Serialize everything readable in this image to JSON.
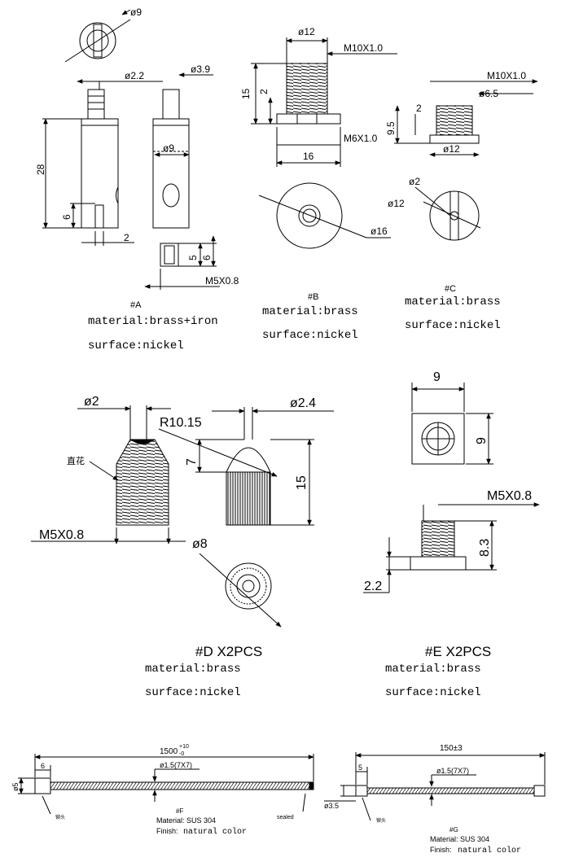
{
  "parts": {
    "A": {
      "tag": "#A",
      "material": "material:brass+iron",
      "surface": "surface:nickel",
      "dims": {
        "d9": "ø9",
        "d2_2": "ø2.2",
        "d3_9": "ø3.9",
        "d9b": "ø9",
        "h28": "28",
        "h6": "6",
        "w2": "2",
        "h5": "5",
        "h6b": "6",
        "thread": "M5X0.8"
      }
    },
    "B": {
      "tag": "#B",
      "material": "material:brass",
      "surface": "surface:nickel",
      "dims": {
        "d12": "ø12",
        "thread_top": "M10X1.0",
        "h15": "15",
        "h2": "2",
        "thread_bot": "M6X1.0",
        "w16": "16",
        "d16": "ø16"
      }
    },
    "C": {
      "tag": "#C",
      "material": "material:brass",
      "surface": "surface:nickel",
      "dims": {
        "thread": "M10X1.0",
        "d6_5": "ø6.5",
        "h2": "2",
        "h9_5": "9.5",
        "d12": "ø12",
        "d2": "ø2",
        "d12b": "ø12"
      }
    },
    "D": {
      "tag": "#D  X2PCS",
      "material": "material:brass",
      "surface": "surface:nickel",
      "knurl_label": "直花",
      "dims": {
        "d2": "ø2",
        "r": "R10.15",
        "d2_4": "ø2.4",
        "h7": "7",
        "h15": "15",
        "thread": "M5X0.8",
        "d8": "ø8"
      }
    },
    "E": {
      "tag": "#E  X2PCS",
      "material": "material:brass",
      "surface": "surface:nickel",
      "dims": {
        "w9": "9",
        "h9": "9",
        "thread": "M5X0.8",
        "h8_3": "8.3",
        "h2_2": "2.2"
      }
    },
    "F": {
      "tag": "#F",
      "material": "Material: SUS 304",
      "finish_label": "Finish:",
      "finish_value": "natural color",
      "end_label": "铆头",
      "sealed": "sealed",
      "dims": {
        "length": "1500",
        "tol_plus": "+10",
        "tol_minus": "-0",
        "w6": "6",
        "cable": "ø1.5(7X7)",
        "d5": "ø5"
      }
    },
    "G": {
      "tag": "#G",
      "material": "Material: SUS 304",
      "finish_label": "Finish:",
      "finish_value": "natural color",
      "end_label": "铆头",
      "dims": {
        "length": "150±3",
        "w5": "5",
        "cable": "ø1.5(7X7)",
        "d3_5": "ø3.5"
      }
    }
  }
}
